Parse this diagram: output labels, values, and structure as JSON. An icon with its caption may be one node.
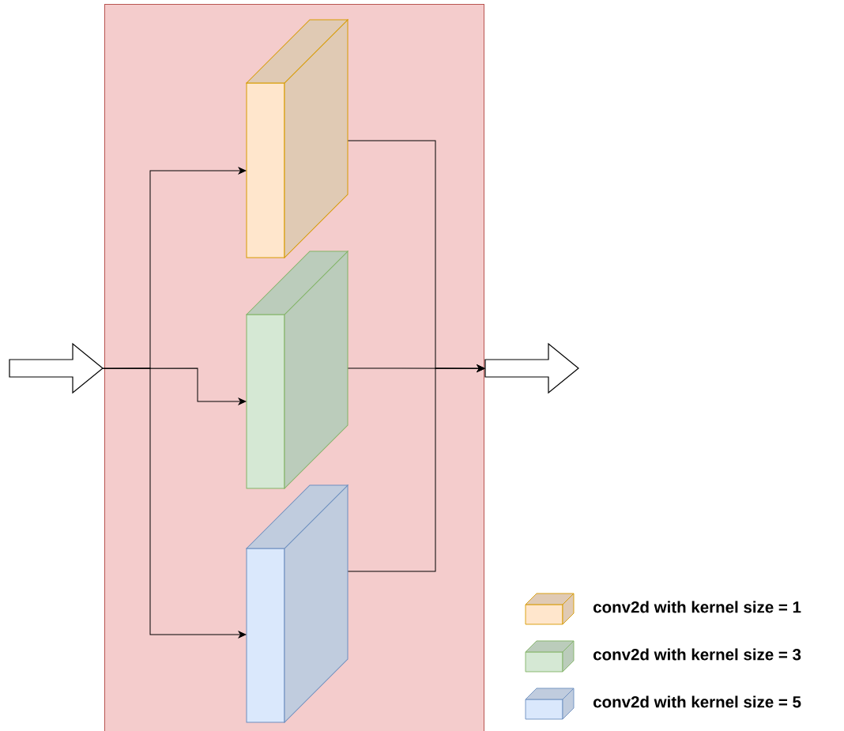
{
  "diagram": {
    "nodes": [
      {
        "text": [],
        "shape": "box"
      },
      {
        "text": [],
        "shape": "arrow"
      },
      {
        "text": [],
        "shape": "cube",
        "in": 0
      },
      {
        "text": [],
        "shape": "cube",
        "in": 0
      },
      {
        "text": [],
        "shape": "cube",
        "in": 0
      },
      {
        "text": [],
        "shape": "arrow"
      }
    ],
    "edges": [
      {
        "from": 1,
        "to": 2,
        "arrow": "to"
      },
      {
        "from": 1,
        "to": 3,
        "arrow": "to"
      },
      {
        "from": 1,
        "to": 4,
        "arrow": "to"
      },
      {
        "from": 2,
        "to": 5,
        "arrow": "to"
      },
      {
        "from": 3,
        "to": 5,
        "arrow": "to"
      },
      {
        "from": 4,
        "to": 5,
        "arrow": "to"
      }
    ],
    "legend": [
      {
        "text": "conv2d with kernel size = 1",
        "color": "#ffe6cc"
      },
      {
        "text": "conv2d with kernel size = 3",
        "color": "#d5e8d4"
      },
      {
        "text": "conv2d with kernel size = 5",
        "color": "#dae8fc"
      }
    ]
  }
}
